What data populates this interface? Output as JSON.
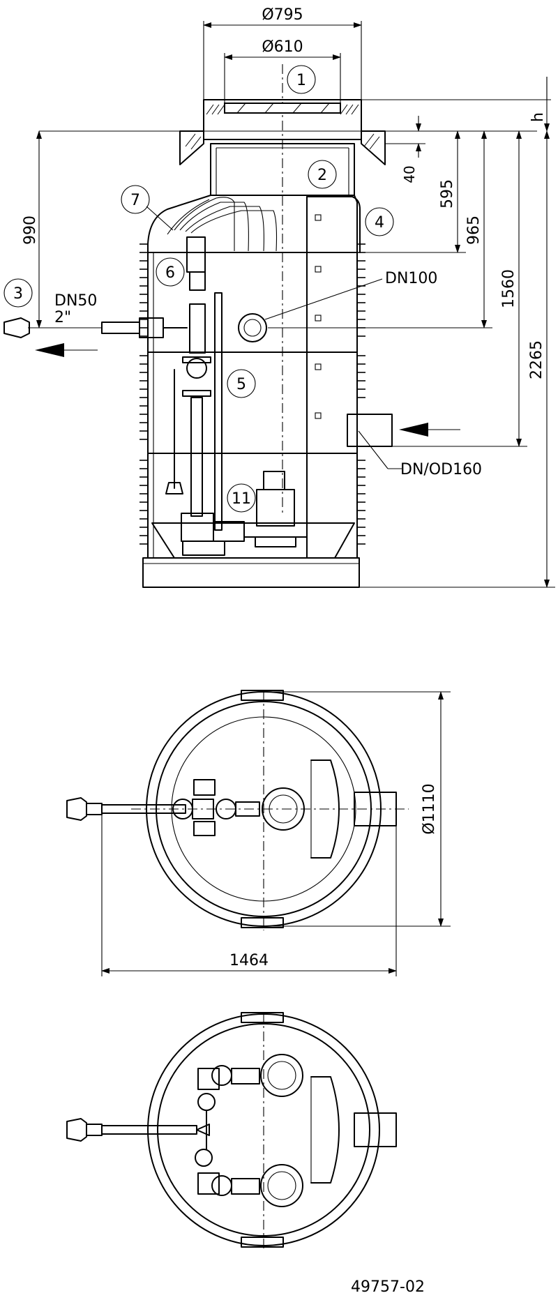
{
  "side_view": {
    "dim_cover_outer": "Ø795",
    "dim_cover_inner": "Ø610",
    "dim_h": "h",
    "dim_40": "40",
    "dim_595": "595",
    "dim_965": "965",
    "dim_1560": "1560",
    "dim_2265": "2265",
    "dim_990": "990",
    "label_dn100": "DN100",
    "label_dn50": "DN50",
    "label_2in": "2\"",
    "label_inlet": "DN/OD160",
    "callouts": [
      "1",
      "2",
      "3",
      "4",
      "5",
      "6",
      "7",
      "11"
    ]
  },
  "top_view": {
    "dim_diameter": "Ø1110",
    "dim_width": "1464"
  },
  "drawing_number": "49757-02"
}
